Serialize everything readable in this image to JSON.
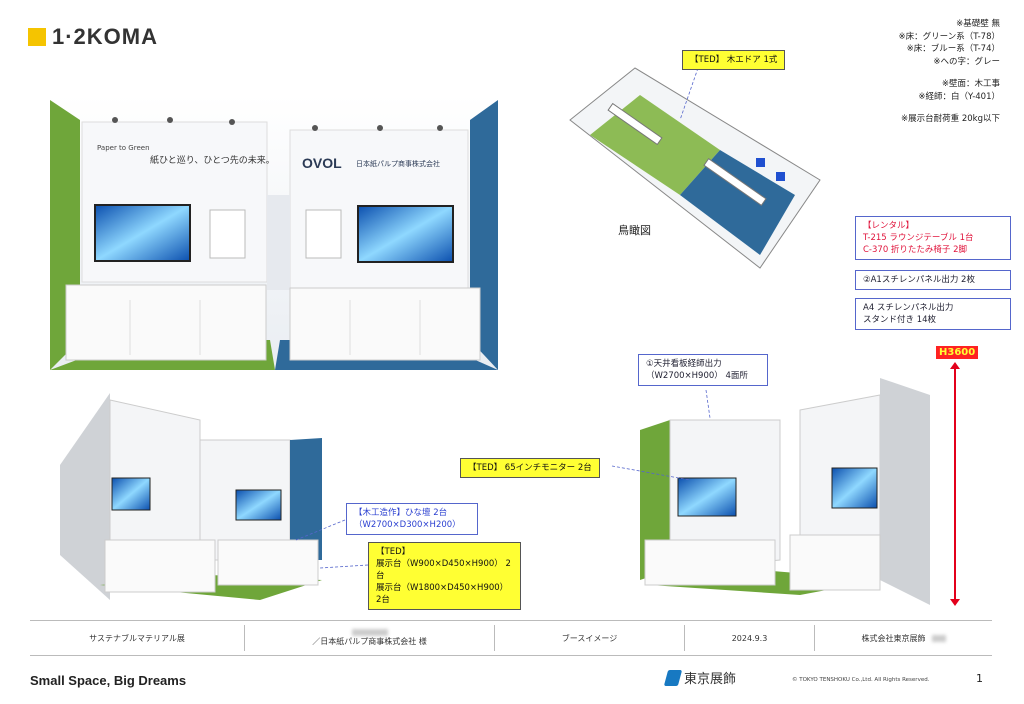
{
  "logo": {
    "text": "1·2KOMA"
  },
  "spec_notes": [
    "※基礎壁 無",
    "※床：グリーン系（T-78）",
    "※床：ブルー系（T-74）",
    "※への字：グレー",
    "※壁面：木工事",
    "※経師：白（Y-401）",
    "※展示台耐荷重 20kg以下"
  ],
  "callouts": {
    "door": "【TED】 木エドア 1式",
    "aerial": "鳥瞰図",
    "rental_title": "【レンタル】",
    "rental_line1": "T-215 ラウンジテーブル 1台",
    "rental_line2": "C-370 折りたたみ椅子 2脚",
    "panel_a1": "②A1スチレンパネル出力 2枚",
    "panel_a4_line1": "A4 スチレンパネル出力",
    "panel_a4_line2": "スタンド付き 14枚",
    "ceiling_line1": "①天井看板経師出力",
    "ceiling_line2": "（W2700×H900） 4面所",
    "monitor": "【TED】 65インチモニター 2台",
    "stand_line1": "【木工造作】ひな壇 2台",
    "stand_line2": "（W2700×D300×H200）",
    "ted_title": "【TED】",
    "ted_line1": "展示台（W900×D450×H900） 2台",
    "ted_line2": "展示台（W1800×D450×H900）2台",
    "height": "H3600"
  },
  "booth": {
    "left_wall_text": "紙ひと巡り、ひとつ先の未来。",
    "right_brand": "OVOL",
    "right_company": "日本紙パルプ商事株式会社",
    "paper_logo": "Paper to Green"
  },
  "footer": {
    "exhibition": "サステナブルマテリアル展",
    "client": "／日本紙パルプ商事株式会社 様",
    "doc_type": "ブースイメージ",
    "date": "2024.9.3",
    "company": "株式会社東京展飾"
  },
  "slogan": "Small Space, Big Dreams",
  "brand_name": "東京展飾",
  "copyright": "© TOKYO TENSHOKU Co.,Ltd. All Rights Reserved.",
  "page_number": "1",
  "colors": {
    "green": "#6fa63a",
    "blue": "#2f6a9a",
    "yellow": "#ffff33",
    "red": "#e3001b",
    "logo_yellow": "#f5c400"
  }
}
